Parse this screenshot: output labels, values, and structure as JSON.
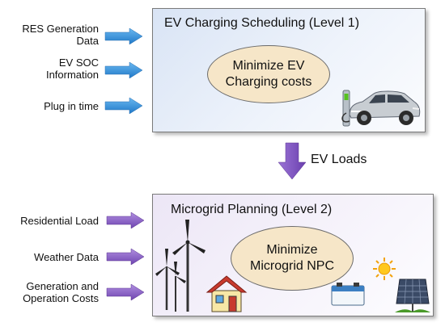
{
  "level1": {
    "title": "EV Charging Scheduling (Level 1)",
    "objective_line1": "Minimize EV",
    "objective_line2": "Charging costs",
    "inputs": [
      {
        "line1": "RES Generation",
        "line2": "Data"
      },
      {
        "line1": "EV SOC",
        "line2": "Information"
      },
      {
        "line1": "Plug in time",
        "line2": ""
      }
    ]
  },
  "transfer": {
    "label": "EV Loads"
  },
  "level2": {
    "title": "Microgrid Planning (Level 2)",
    "objective_line1": "Minimize",
    "objective_line2": "Microgrid NPC",
    "inputs": [
      {
        "line1": "Residential Load",
        "line2": ""
      },
      {
        "line1": "Weather Data",
        "line2": ""
      },
      {
        "line1": "Generation and",
        "line2": "Operation Costs"
      }
    ]
  },
  "colors": {
    "blue_arrow": "#2e8fd8",
    "purple_arrow": "#8b5fc8",
    "panel1_bg": "#e6edf8",
    "panel2_bg": "#f2eef9",
    "ellipse": "#f6e6c8"
  },
  "icons": [
    "electric-car-icon",
    "charging-station-icon",
    "wind-turbine-icon",
    "house-icon",
    "battery-icon",
    "sun-icon",
    "solar-panel-icon"
  ]
}
